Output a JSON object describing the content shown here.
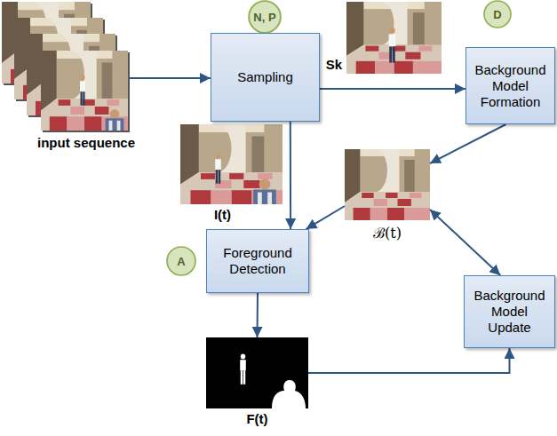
{
  "diagram": {
    "nodes": [
      {
        "text": [
          "input sequence"
        ]
      },
      {
        "text": [
          "N, P"
        ]
      },
      {
        "text": [
          "Sampling"
        ]
      },
      {
        "text": [
          "Sk"
        ]
      },
      {
        "text": [
          "D"
        ]
      },
      {
        "text": [
          "Background Model Formation"
        ]
      },
      {
        "text": [
          "I(t)"
        ]
      },
      {
        "text": [
          "ℬ(t)"
        ]
      },
      {
        "text": [
          "A"
        ]
      },
      {
        "text": [
          "Foreground Detection"
        ]
      },
      {
        "text": [
          "Background Model Update"
        ]
      },
      {
        "text": [
          "F(t)"
        ]
      }
    ],
    "edges": [
      {
        "from": 0,
        "to": 2,
        "arrow": "to"
      },
      {
        "from": 2,
        "to": 5,
        "arrow": "to"
      },
      {
        "from": 2,
        "to": 9,
        "arrow": "to"
      },
      {
        "from": 5,
        "to": 7,
        "arrow": "to"
      },
      {
        "from": 7,
        "to": 9,
        "arrow": "to"
      },
      {
        "from": 9,
        "to": 11,
        "arrow": "to"
      },
      {
        "from": 11,
        "to": 10,
        "arrow": "to"
      },
      {
        "from": 7,
        "to": 10,
        "arrow": "both"
      }
    ]
  }
}
